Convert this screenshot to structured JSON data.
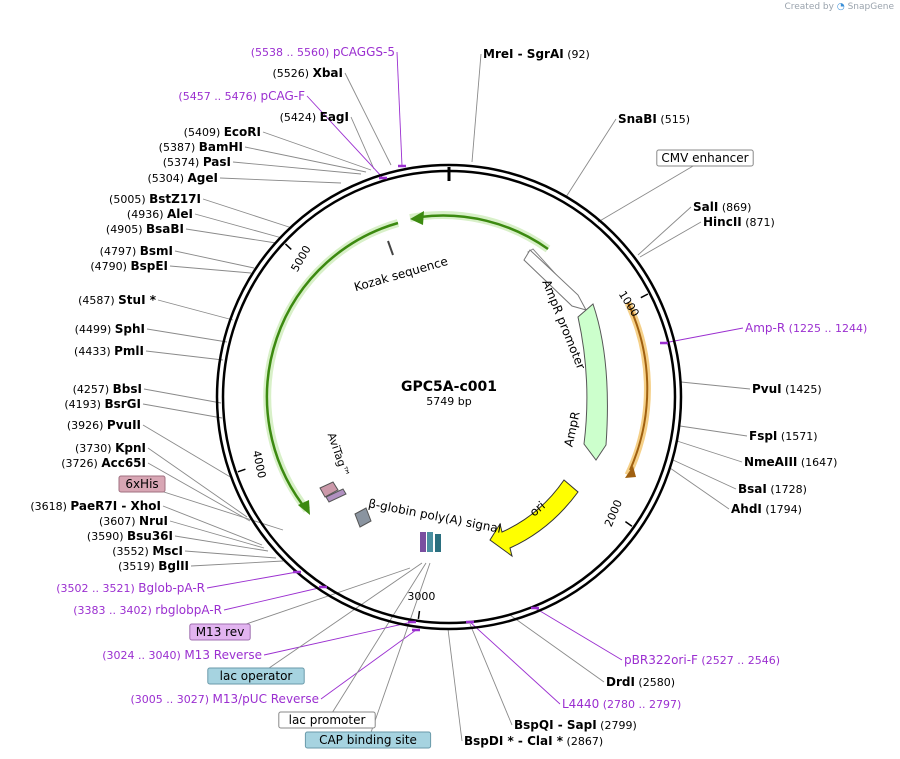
{
  "credit": {
    "prefix": "Created by",
    "brand": "SnapGene"
  },
  "plasmid": {
    "name": "GPC5A-c001",
    "length": "5749 bp",
    "total_bp": 5749
  },
  "ticks": [
    {
      "bp": 1000,
      "label": "1000"
    },
    {
      "bp": 2000,
      "label": "2000"
    },
    {
      "bp": 3000,
      "label": "3000"
    },
    {
      "bp": 4000,
      "label": "4000"
    },
    {
      "bp": 5000,
      "label": "5000"
    }
  ],
  "colors": {
    "backbone": "#000000",
    "enzyme_leader": "#888888",
    "primer": "#9b2fd0",
    "cmv": "#5aa02c",
    "amp_promoter": "#ffffff",
    "ampr": "#ccffcc",
    "ori": "#ffff00",
    "f1": "#f0a030",
    "lac": "#a6d3e0",
    "m13": "#e2b4f0",
    "his": "#d8a6b4"
  },
  "features": [
    {
      "name": "Kozak sequence"
    },
    {
      "name": "AmpR promoter"
    },
    {
      "name": "AmpR"
    },
    {
      "name": "ori"
    },
    {
      "name": "β-globin poly(A) signal"
    },
    {
      "name": "AviTag™"
    }
  ],
  "enzymes": [
    {
      "name": "MreI - SgrAI",
      "pos": "(92)"
    },
    {
      "name": "SnaBI",
      "pos": "(515)"
    },
    {
      "name": "SalI",
      "pos": "(869)"
    },
    {
      "name": "HincII",
      "pos": "(871)"
    },
    {
      "name": "PvuI",
      "pos": "(1425)"
    },
    {
      "name": "FspI",
      "pos": "(1571)"
    },
    {
      "name": "NmeAIII",
      "pos": "(1647)"
    },
    {
      "name": "BsaI",
      "pos": "(1728)"
    },
    {
      "name": "AhdI",
      "pos": "(1794)"
    },
    {
      "name": "DrdI",
      "pos": "(2580)"
    },
    {
      "name": "BspQI - SapI",
      "pos": "(2799)"
    },
    {
      "name": "BspDI * - ClaI *",
      "pos": "(2867)"
    },
    {
      "name": "XbaI",
      "pos": "(5526)"
    },
    {
      "name": "EagI",
      "pos": "(5424)"
    },
    {
      "name": "EcoRI",
      "pos": "(5409)"
    },
    {
      "name": "BamHI",
      "pos": "(5387)"
    },
    {
      "name": "PasI",
      "pos": "(5374)"
    },
    {
      "name": "AgeI",
      "pos": "(5304)"
    },
    {
      "name": "BstZ17I",
      "pos": "(5005)"
    },
    {
      "name": "AleI",
      "pos": "(4936)"
    },
    {
      "name": "BsaBI",
      "pos": "(4905)"
    },
    {
      "name": "BsmI",
      "pos": "(4797)"
    },
    {
      "name": "BspEI",
      "pos": "(4790)"
    },
    {
      "name": "StuI *",
      "pos": "(4587)"
    },
    {
      "name": "SphI",
      "pos": "(4499)"
    },
    {
      "name": "PmlI",
      "pos": "(4433)"
    },
    {
      "name": "BbsI",
      "pos": "(4257)"
    },
    {
      "name": "BsrGI",
      "pos": "(4193)"
    },
    {
      "name": "PvuII",
      "pos": "(3926)"
    },
    {
      "name": "KpnI",
      "pos": "(3730)"
    },
    {
      "name": "Acc65I",
      "pos": "(3726)"
    },
    {
      "name": "PaeR7I - XhoI",
      "pos": "(3618)"
    },
    {
      "name": "NruI",
      "pos": "(3607)"
    },
    {
      "name": "Bsu36I",
      "pos": "(3590)"
    },
    {
      "name": "MscI",
      "pos": "(3552)"
    },
    {
      "name": "BglII",
      "pos": "(3519)"
    }
  ],
  "primers": [
    {
      "name": "pCAGGS-5",
      "range": "(5538 .. 5560)"
    },
    {
      "name": "pCAG-F",
      "range": "(5457 .. 5476)"
    },
    {
      "name": "Amp-R",
      "range": "(1225 .. 1244)"
    },
    {
      "name": "pBR322ori-F",
      "range": "(2527 .. 2546)"
    },
    {
      "name": "L4440",
      "range": "(2780 .. 2797)"
    },
    {
      "name": "Bglob-pA-R",
      "range": "(3502 .. 3521)"
    },
    {
      "name": "rbglobpA-R",
      "range": "(3383 .. 3402)"
    },
    {
      "name": "M13 Reverse",
      "range": "(3024 .. 3040)"
    },
    {
      "name": "M13/pUC Reverse",
      "range": "(3005 .. 3027)"
    }
  ],
  "boxed_features": [
    {
      "name": "CMV enhancer",
      "style": "plain"
    },
    {
      "name": "6xHis",
      "style": "his"
    },
    {
      "name": "M13 rev",
      "style": "m13"
    },
    {
      "name": "lac operator",
      "style": "lac"
    },
    {
      "name": "lac promoter",
      "style": "plain"
    },
    {
      "name": "CAP binding site",
      "style": "lac"
    }
  ]
}
